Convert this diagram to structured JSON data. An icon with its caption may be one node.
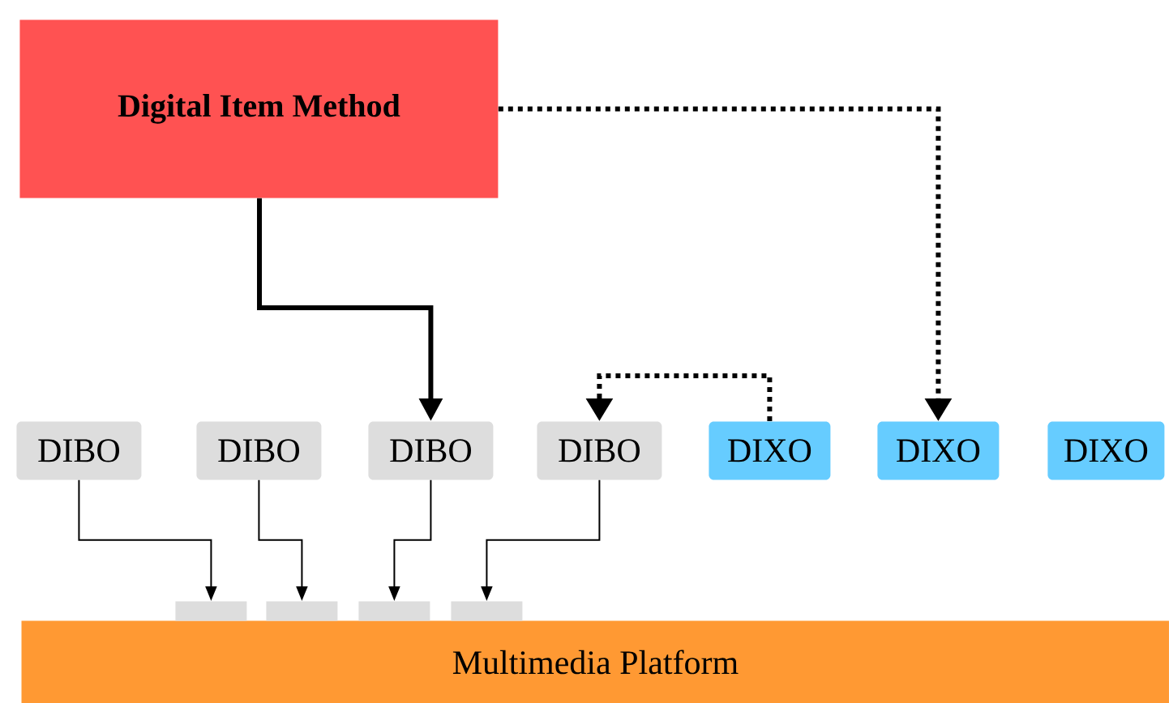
{
  "diagram": {
    "nodes": [
      {
        "text": [
          "Digital Item Method"
        ]
      },
      {
        "text": [
          "DIBO"
        ]
      },
      {
        "text": [
          "DIBO"
        ]
      },
      {
        "text": [
          "DIBO"
        ]
      },
      {
        "text": [
          "DIBO"
        ]
      },
      {
        "text": [
          "DIXO"
        ]
      },
      {
        "text": [
          "DIXO"
        ]
      },
      {
        "text": [
          "DIXO"
        ]
      },
      {
        "text": [
          "Multimedia Platform"
        ]
      },
      {
        "text": [],
        "shape": "box"
      },
      {
        "text": [],
        "shape": "box"
      },
      {
        "text": [],
        "shape": "box"
      },
      {
        "text": [],
        "shape": "box"
      }
    ],
    "edges": [
      {
        "from": 0,
        "to": 3,
        "arrow": "to",
        "style": "thick"
      },
      {
        "from": 0,
        "to": 6,
        "arrow": "to",
        "style": "dashed"
      },
      {
        "from": 5,
        "to": 4,
        "arrow": "to",
        "style": "dashed"
      },
      {
        "from": 1,
        "to": 9,
        "arrow": "to"
      },
      {
        "from": 2,
        "to": 10,
        "arrow": "to"
      },
      {
        "from": 3,
        "to": 11,
        "arrow": "to"
      },
      {
        "from": 4,
        "to": 12,
        "arrow": "to"
      }
    ]
  }
}
